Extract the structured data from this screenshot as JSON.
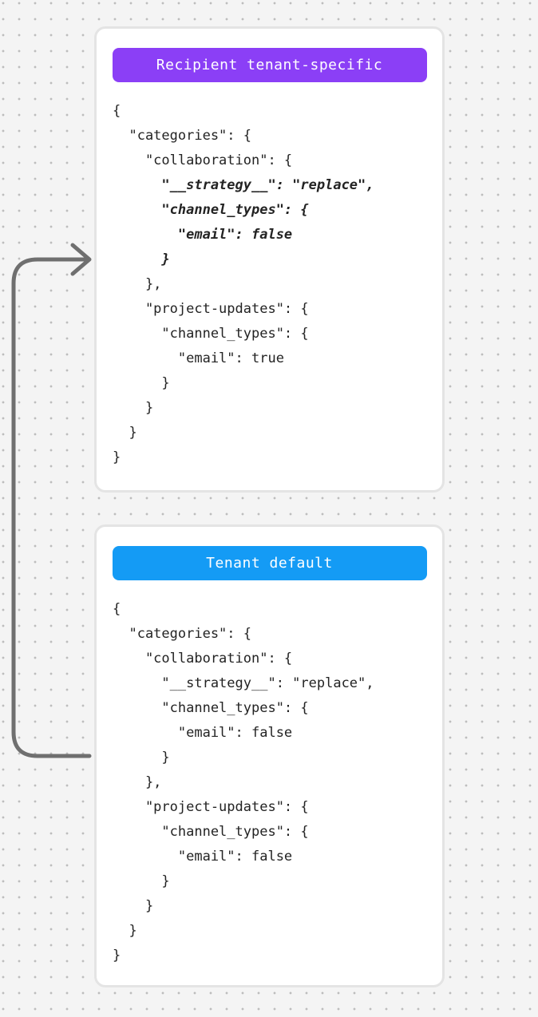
{
  "background": {
    "color": "#f4f4f4",
    "dot_color": "#bdbdbd"
  },
  "arrow": {
    "color": "#6f6f6f",
    "direction": "from-tenant-default-to-recipient"
  },
  "cards": [
    {
      "badge": {
        "label": "Recipient tenant-specific",
        "color": "#8b3ff6"
      },
      "code_lines": [
        {
          "text": "{",
          "emphasis": false
        },
        {
          "text": "  \"categories\": {",
          "emphasis": false
        },
        {
          "text": "    \"collaboration\": {",
          "emphasis": false
        },
        {
          "text": "      \"__strategy__\": \"replace\",",
          "emphasis": true
        },
        {
          "text": "      \"channel_types\": {",
          "emphasis": true
        },
        {
          "text": "        \"email\": false",
          "emphasis": true
        },
        {
          "text": "      }",
          "emphasis": true
        },
        {
          "text": "    },",
          "emphasis": false
        },
        {
          "text": "    \"project-updates\": {",
          "emphasis": false
        },
        {
          "text": "      \"channel_types\": {",
          "emphasis": false
        },
        {
          "text": "        \"email\": true",
          "emphasis": false
        },
        {
          "text": "      }",
          "emphasis": false
        },
        {
          "text": "    }",
          "emphasis": false
        },
        {
          "text": "  }",
          "emphasis": false
        },
        {
          "text": "}",
          "emphasis": false
        }
      ]
    },
    {
      "badge": {
        "label": "Tenant default",
        "color": "#149bf5"
      },
      "code_lines": [
        {
          "text": "{",
          "emphasis": false
        },
        {
          "text": "  \"categories\": {",
          "emphasis": false
        },
        {
          "text": "    \"collaboration\": {",
          "emphasis": false
        },
        {
          "text": "      \"__strategy__\": \"replace\",",
          "emphasis": false
        },
        {
          "text": "      \"channel_types\": {",
          "emphasis": false
        },
        {
          "text": "        \"email\": false",
          "emphasis": false
        },
        {
          "text": "      }",
          "emphasis": false
        },
        {
          "text": "    },",
          "emphasis": false
        },
        {
          "text": "    \"project-updates\": {",
          "emphasis": false
        },
        {
          "text": "      \"channel_types\": {",
          "emphasis": false
        },
        {
          "text": "        \"email\": false",
          "emphasis": false
        },
        {
          "text": "      }",
          "emphasis": false
        },
        {
          "text": "    }",
          "emphasis": false
        },
        {
          "text": "  }",
          "emphasis": false
        },
        {
          "text": "}",
          "emphasis": false
        }
      ]
    }
  ]
}
